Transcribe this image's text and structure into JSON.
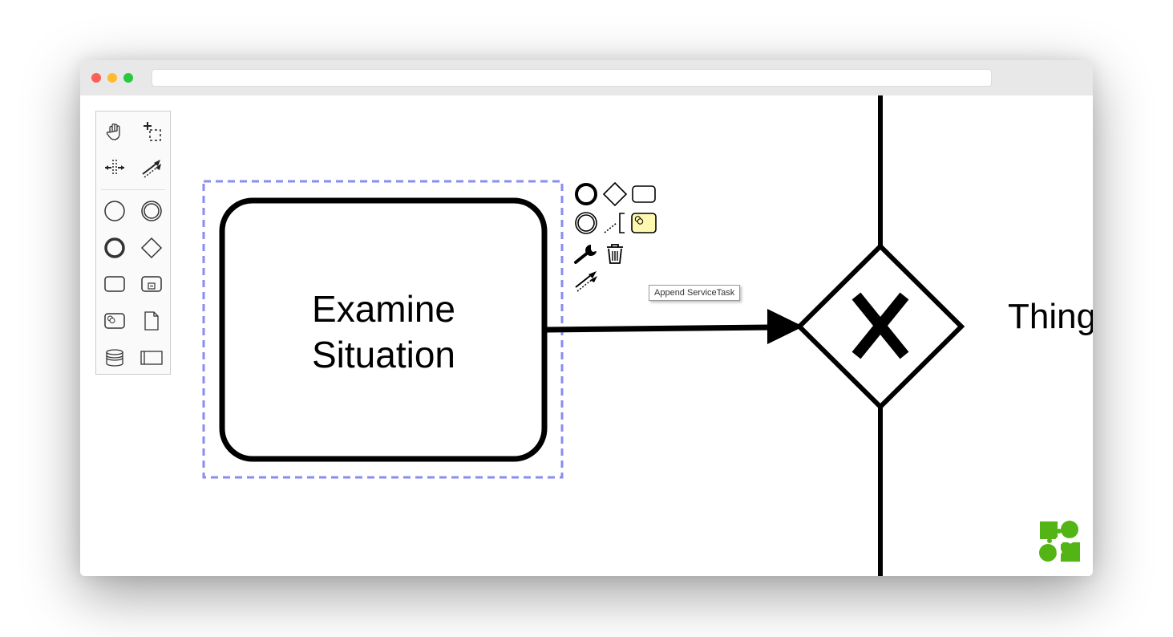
{
  "window": {
    "controls": [
      "close",
      "minimize",
      "maximize"
    ],
    "address_bar": {
      "value": ""
    }
  },
  "palette": {
    "tools": [
      {
        "name": "hand-tool",
        "icon": "hand-icon"
      },
      {
        "name": "lasso-tool",
        "icon": "lasso-icon"
      },
      {
        "name": "space-tool",
        "icon": "space-tool-icon"
      },
      {
        "name": "global-connect-tool",
        "icon": "connect-icon"
      },
      {
        "name": "start-event",
        "icon": "start-event-icon"
      },
      {
        "name": "intermediate-event",
        "icon": "intermediate-event-icon"
      },
      {
        "name": "end-event",
        "icon": "end-event-icon"
      },
      {
        "name": "gateway",
        "icon": "gateway-icon"
      },
      {
        "name": "task",
        "icon": "task-icon"
      },
      {
        "name": "subprocess",
        "icon": "subprocess-icon"
      },
      {
        "name": "service-task",
        "icon": "service-task-icon"
      },
      {
        "name": "data-object",
        "icon": "data-object-icon"
      },
      {
        "name": "data-store",
        "icon": "data-store-icon"
      },
      {
        "name": "participant",
        "icon": "participant-icon"
      }
    ]
  },
  "diagram": {
    "task": {
      "label_line1": "Examine",
      "label_line2": "Situation",
      "selected": true
    },
    "gateway": {
      "type": "exclusive",
      "marker": "X",
      "label": "Thing"
    }
  },
  "context_pad": {
    "entries": [
      {
        "name": "append-end-event",
        "icon": "end-event-icon"
      },
      {
        "name": "append-gateway",
        "icon": "gateway-icon"
      },
      {
        "name": "append-task",
        "icon": "task-icon"
      },
      {
        "name": "append-intermediate-event",
        "icon": "intermediate-event-icon"
      },
      {
        "name": "append-text-annotation",
        "icon": "text-annotation-icon"
      },
      {
        "name": "append-service-task",
        "icon": "service-task-icon",
        "highlighted": true
      },
      {
        "name": "change-type",
        "icon": "wrench-icon"
      },
      {
        "name": "delete",
        "icon": "trash-icon"
      },
      {
        "name": "connect",
        "icon": "connect-icon"
      }
    ],
    "tooltip": "Append ServiceTask"
  },
  "colors": {
    "selection_outline": "#8a8cf0",
    "highlight_fill": "#fff8b0",
    "logo_green": "#52b415"
  }
}
